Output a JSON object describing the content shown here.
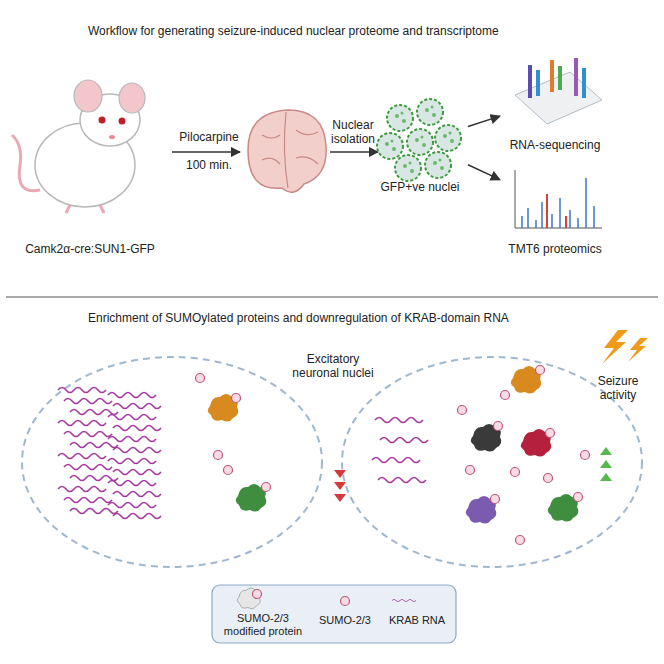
{
  "diagram": {
    "title": "Workflow for generating seizure-induced nuclear proteome and transcriptome",
    "nodes": [
      {
        "text": [
          "Camk2α-cre:SUN1-GFP"
        ]
      },
      {
        "text": [
          "GFP+ve nuclei"
        ]
      },
      {
        "text": [
          "RNA-sequencing"
        ]
      },
      {
        "text": [
          "TMT6 proteomics"
        ]
      }
    ],
    "edges": [
      {
        "from": 1,
        "to": 2,
        "arrow": "to"
      },
      {
        "from": 1,
        "to": 3,
        "arrow": "to"
      }
    ],
    "labels": [
      "Pilocarpine",
      "100 min.",
      "Nuclear isolation",
      "Enrichment of SUMOylated proteins and downregulation of KRAB-domain RNA",
      "Excitatory neuronal nuclei",
      "Seizure activity"
    ],
    "legend": [
      {
        "text": "SUMO-2/3 modified protein"
      },
      {
        "text": "SUMO-2/3"
      },
      {
        "text": "KRAB RNA"
      }
    ]
  }
}
